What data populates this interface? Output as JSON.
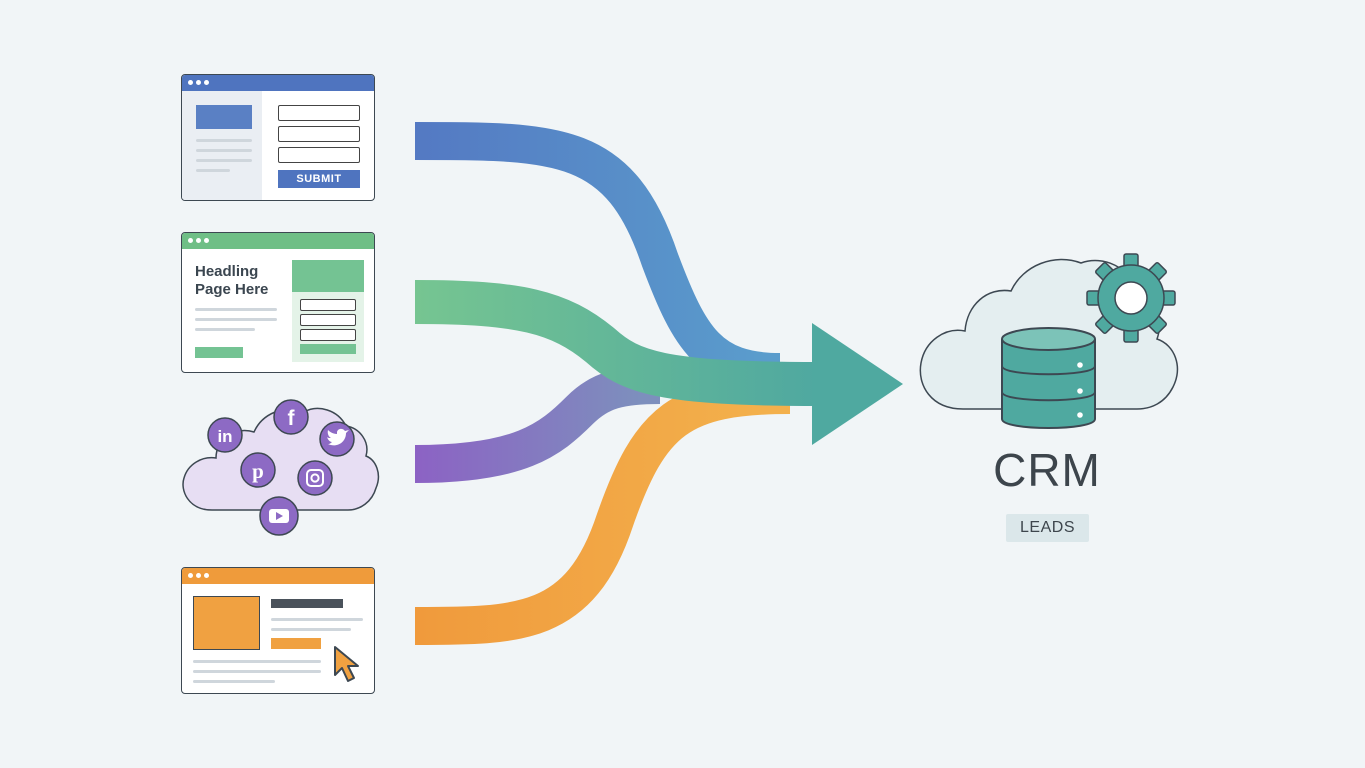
{
  "colors": {
    "blue": "#5b86c7",
    "green": "#74c393",
    "purple": "#8d6ac4",
    "orange": "#f0a141",
    "teal": "#4fa9a0",
    "outline": "#3d4852"
  },
  "sources": {
    "web_form": {
      "submit_label": "SUBMIT"
    },
    "landing_page": {
      "headline_line1": "Headling",
      "headline_line2": "Page Here"
    },
    "social": {
      "icons": [
        "linkedin-icon",
        "facebook-icon",
        "twitter-icon",
        "pinterest-icon",
        "instagram-icon",
        "youtube-icon"
      ]
    },
    "ad_page": {}
  },
  "destination": {
    "title": "CRM",
    "badge": "LEADS",
    "icons": [
      "cloud-icon",
      "database-icon",
      "gear-icon"
    ]
  }
}
